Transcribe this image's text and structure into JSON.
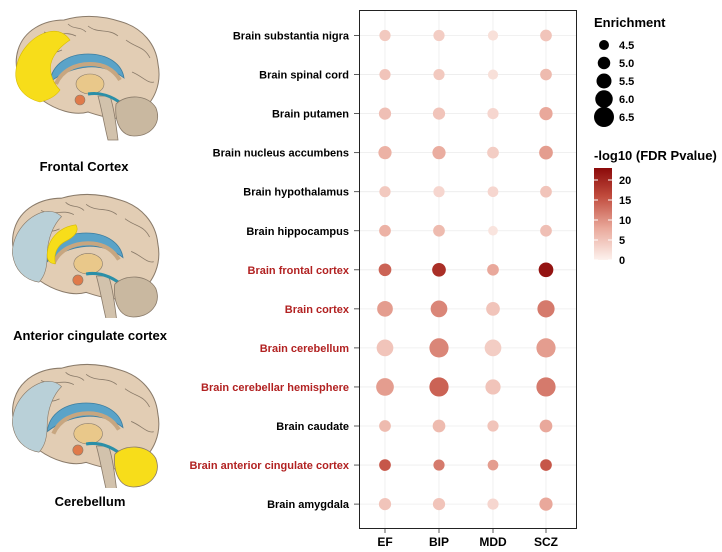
{
  "images": [
    {
      "highlight": "frontal",
      "caption": "Frontal Cortex"
    },
    {
      "highlight": "anterior-cingulate",
      "caption": "Anterior cingulate cortex"
    },
    {
      "highlight": "cerebellum",
      "caption": "Cerebellum"
    }
  ],
  "colors": {
    "highlight": "#f7dd1a",
    "text_default": "#000000",
    "text_highlight": "#b22222",
    "low": "#fdf2ee",
    "high": "#8b0a0a"
  },
  "chart_data": {
    "type": "scatter",
    "x_categories": [
      "EF",
      "BIP",
      "MDD",
      "SCZ"
    ],
    "y_categories": [
      {
        "label": "Brain substantia nigra",
        "highlight": false
      },
      {
        "label": "Brain spinal cord",
        "highlight": false
      },
      {
        "label": "Brain putamen",
        "highlight": false
      },
      {
        "label": "Brain nucleus accumbens",
        "highlight": false
      },
      {
        "label": "Brain hypothalamus",
        "highlight": false
      },
      {
        "label": "Brain hippocampus",
        "highlight": false
      },
      {
        "label": "Brain frontal cortex",
        "highlight": true
      },
      {
        "label": "Brain cortex",
        "highlight": true
      },
      {
        "label": "Brain cerebellum",
        "highlight": true
      },
      {
        "label": "Brain cerebellar hemisphere",
        "highlight": true
      },
      {
        "label": "Brain caudate",
        "highlight": false
      },
      {
        "label": "Brain anterior cingulate cortex",
        "highlight": true
      },
      {
        "label": "Brain amygdala",
        "highlight": false
      }
    ],
    "points": [
      {
        "tissue": "Brain substantia nigra",
        "EF": {
          "enrichment": 4.9,
          "neglog10": 4.5
        },
        "BIP": {
          "enrichment": 4.9,
          "neglog10": 4
        },
        "MDD": {
          "enrichment": 4.7,
          "neglog10": 2
        },
        "SCZ": {
          "enrichment": 5.0,
          "neglog10": 5
        }
      },
      {
        "tissue": "Brain spinal cord",
        "EF": {
          "enrichment": 4.9,
          "neglog10": 5
        },
        "BIP": {
          "enrichment": 4.9,
          "neglog10": 4.5
        },
        "MDD": {
          "enrichment": 4.7,
          "neglog10": 2
        },
        "SCZ": {
          "enrichment": 5.0,
          "neglog10": 6
        }
      },
      {
        "tissue": "Brain putamen",
        "EF": {
          "enrichment": 5.1,
          "neglog10": 5.5
        },
        "BIP": {
          "enrichment": 5.1,
          "neglog10": 5
        },
        "MDD": {
          "enrichment": 4.9,
          "neglog10": 3
        },
        "SCZ": {
          "enrichment": 5.3,
          "neglog10": 8
        }
      },
      {
        "tissue": "Brain nucleus accumbens",
        "EF": {
          "enrichment": 5.3,
          "neglog10": 7
        },
        "BIP": {
          "enrichment": 5.3,
          "neglog10": 7.5
        },
        "MDD": {
          "enrichment": 5.0,
          "neglog10": 4
        },
        "SCZ": {
          "enrichment": 5.4,
          "neglog10": 9
        }
      },
      {
        "tissue": "Brain hypothalamus",
        "EF": {
          "enrichment": 4.9,
          "neglog10": 4.5
        },
        "BIP": {
          "enrichment": 4.9,
          "neglog10": 3
        },
        "MDD": {
          "enrichment": 4.8,
          "neglog10": 3
        },
        "SCZ": {
          "enrichment": 5.0,
          "neglog10": 5
        }
      },
      {
        "tissue": "Brain hippocampus",
        "EF": {
          "enrichment": 5.0,
          "neglog10": 7
        },
        "BIP": {
          "enrichment": 5.0,
          "neglog10": 6
        },
        "MDD": {
          "enrichment": 4.6,
          "neglog10": 1.5
        },
        "SCZ": {
          "enrichment": 5.0,
          "neglog10": 5.5
        }
      },
      {
        "tissue": "Brain frontal cortex",
        "EF": {
          "enrichment": 5.2,
          "neglog10": 14
        },
        "BIP": {
          "enrichment": 5.4,
          "neglog10": 19
        },
        "MDD": {
          "enrichment": 5.0,
          "neglog10": 8
        },
        "SCZ": {
          "enrichment": 5.6,
          "neglog10": 22
        }
      },
      {
        "tissue": "Brain cortex",
        "EF": {
          "enrichment": 5.8,
          "neglog10": 9
        },
        "BIP": {
          "enrichment": 6.0,
          "neglog10": 11
        },
        "MDD": {
          "enrichment": 5.4,
          "neglog10": 5
        },
        "SCZ": {
          "enrichment": 6.1,
          "neglog10": 12
        }
      },
      {
        "tissue": "Brain cerebellum",
        "EF": {
          "enrichment": 6.0,
          "neglog10": 5
        },
        "BIP": {
          "enrichment": 6.5,
          "neglog10": 11
        },
        "MDD": {
          "enrichment": 6.0,
          "neglog10": 4
        },
        "SCZ": {
          "enrichment": 6.5,
          "neglog10": 9
        }
      },
      {
        "tissue": "Brain cerebellar hemisphere",
        "EF": {
          "enrichment": 6.2,
          "neglog10": 9
        },
        "BIP": {
          "enrichment": 6.5,
          "neglog10": 14
        },
        "MDD": {
          "enrichment": 5.7,
          "neglog10": 5
        },
        "SCZ": {
          "enrichment": 6.5,
          "neglog10": 12
        }
      },
      {
        "tissue": "Brain caudate",
        "EF": {
          "enrichment": 5.0,
          "neglog10": 6
        },
        "BIP": {
          "enrichment": 5.2,
          "neglog10": 6
        },
        "MDD": {
          "enrichment": 4.9,
          "neglog10": 5
        },
        "SCZ": {
          "enrichment": 5.2,
          "neglog10": 8
        }
      },
      {
        "tissue": "Brain anterior cingulate cortex",
        "EF": {
          "enrichment": 5.0,
          "neglog10": 15
        },
        "BIP": {
          "enrichment": 4.9,
          "neglog10": 12
        },
        "MDD": {
          "enrichment": 4.8,
          "neglog10": 9
        },
        "SCZ": {
          "enrichment": 5.0,
          "neglog10": 15
        }
      },
      {
        "tissue": "Brain amygdala",
        "EF": {
          "enrichment": 5.1,
          "neglog10": 5
        },
        "BIP": {
          "enrichment": 5.1,
          "neglog10": 5
        },
        "MDD": {
          "enrichment": 4.9,
          "neglog10": 3
        },
        "SCZ": {
          "enrichment": 5.3,
          "neglog10": 8
        }
      }
    ],
    "size_legend": {
      "title": "Enrichment",
      "values": [
        4.5,
        5.0,
        5.5,
        6.0,
        6.5
      ],
      "labels": [
        "4.5",
        "5.0",
        "5.5",
        "6.0",
        "6.5"
      ]
    },
    "color_legend": {
      "title": "-log10 (FDR Pvalue)",
      "min": 0,
      "max": 23,
      "ticks": [
        0,
        5,
        10,
        15,
        20
      ],
      "labels": [
        "0",
        "5",
        "10",
        "15",
        "20"
      ]
    }
  }
}
